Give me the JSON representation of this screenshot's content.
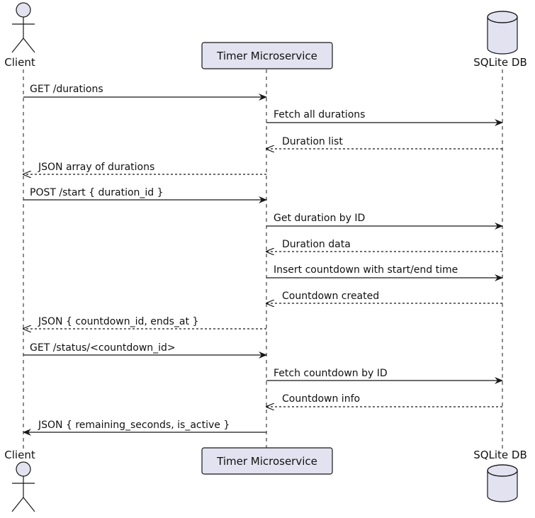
{
  "participants": [
    {
      "id": "client",
      "label": "Client",
      "kind": "actor"
    },
    {
      "id": "service",
      "label": "Timer Microservice",
      "kind": "participant"
    },
    {
      "id": "db",
      "label": "SQLite DB",
      "kind": "database"
    }
  ],
  "messages": [
    {
      "from": "client",
      "to": "service",
      "label": "GET /durations",
      "style": "solid"
    },
    {
      "from": "service",
      "to": "db",
      "label": "Fetch all durations",
      "style": "solid"
    },
    {
      "from": "db",
      "to": "service",
      "label": "Duration list",
      "style": "dashed"
    },
    {
      "from": "service",
      "to": "client",
      "label": "JSON array of durations",
      "style": "dashed"
    },
    {
      "from": "client",
      "to": "service",
      "label": "POST /start { duration_id }",
      "style": "solid"
    },
    {
      "from": "service",
      "to": "db",
      "label": "Get duration by ID",
      "style": "solid"
    },
    {
      "from": "db",
      "to": "service",
      "label": "Duration data",
      "style": "dashed"
    },
    {
      "from": "service",
      "to": "db",
      "label": "Insert countdown with start/end time",
      "style": "solid"
    },
    {
      "from": "db",
      "to": "service",
      "label": "Countdown created",
      "style": "dashed"
    },
    {
      "from": "service",
      "to": "client",
      "label": "JSON { countdown_id, ends_at }",
      "style": "dashed"
    },
    {
      "from": "client",
      "to": "service",
      "label": "GET /status/<countdown_id>",
      "style": "solid"
    },
    {
      "from": "service",
      "to": "db",
      "label": "Fetch countdown by ID",
      "style": "solid"
    },
    {
      "from": "db",
      "to": "service",
      "label": "Countdown info",
      "style": "dashed"
    },
    {
      "from": "service",
      "to": "client",
      "label": "JSON { remaining_seconds, is_active }",
      "style": "solid"
    }
  ],
  "colors": {
    "participant_fill": "#e2e2f0",
    "stroke": "#181818",
    "text": "#111111"
  }
}
